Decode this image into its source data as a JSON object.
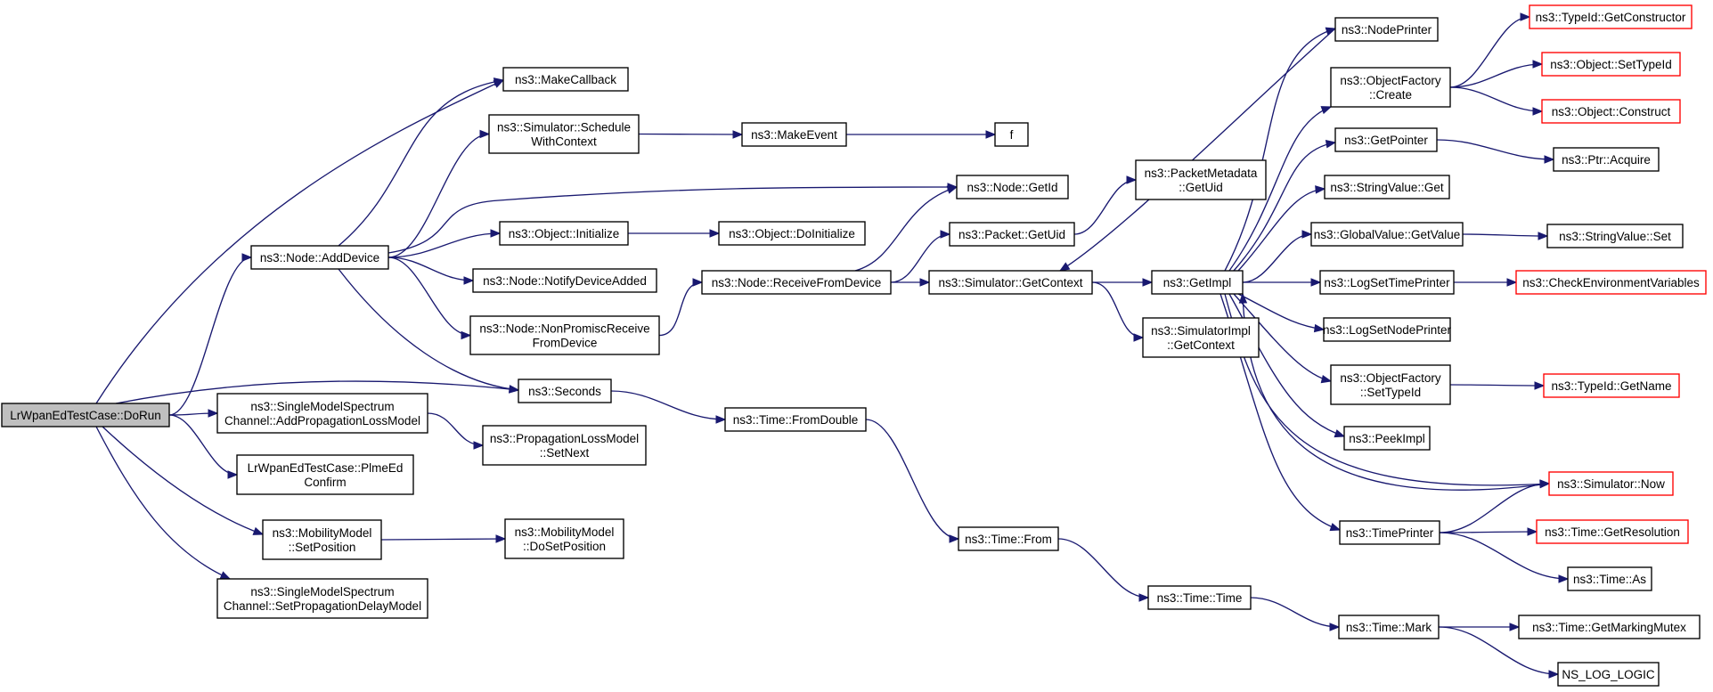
{
  "graph": {
    "colors": {
      "edge": "#191970",
      "node_border": "#000000",
      "root_fill": "#bfbfbf",
      "undocumented_border": "#ff0000"
    },
    "nodes": [
      {
        "id": "root",
        "lines": [
          "LrWpanEdTestCase::DoRun"
        ],
        "style": "root"
      },
      {
        "id": "addDevice",
        "lines": [
          "ns3::Node::AddDevice"
        ],
        "style": "normal"
      },
      {
        "id": "makeCallback",
        "lines": [
          "ns3::MakeCallback"
        ],
        "style": "normal"
      },
      {
        "id": "scheduleWithContext",
        "lines": [
          "ns3::Simulator::Schedule",
          "WithContext"
        ],
        "style": "normal"
      },
      {
        "id": "makeEvent",
        "lines": [
          "ns3::MakeEvent"
        ],
        "style": "normal"
      },
      {
        "id": "f",
        "lines": [
          "f"
        ],
        "style": "normal"
      },
      {
        "id": "nodeGetId",
        "lines": [
          "ns3::Node::GetId"
        ],
        "style": "normal"
      },
      {
        "id": "objInitialize",
        "lines": [
          "ns3::Object::Initialize"
        ],
        "style": "normal"
      },
      {
        "id": "objDoInitialize",
        "lines": [
          "ns3::Object::DoInitialize"
        ],
        "style": "normal"
      },
      {
        "id": "notifyDeviceAdded",
        "lines": [
          "ns3::Node::NotifyDeviceAdded"
        ],
        "style": "normal"
      },
      {
        "id": "nonPromisc",
        "lines": [
          "ns3::Node::NonPromiscReceive",
          "FromDevice"
        ],
        "style": "normal"
      },
      {
        "id": "receiveFromDevice",
        "lines": [
          "ns3::Node::ReceiveFromDevice"
        ],
        "style": "normal"
      },
      {
        "id": "packetGetUid",
        "lines": [
          "ns3::Packet::GetUid"
        ],
        "style": "normal"
      },
      {
        "id": "packetMetadataGetUid",
        "lines": [
          "ns3::PacketMetadata",
          "::GetUid"
        ],
        "style": "normal"
      },
      {
        "id": "simGetContext",
        "lines": [
          "ns3::Simulator::GetContext"
        ],
        "style": "normal"
      },
      {
        "id": "getImpl",
        "lines": [
          "ns3::GetImpl"
        ],
        "style": "normal"
      },
      {
        "id": "simImplGetContext",
        "lines": [
          "ns3::SimulatorImpl",
          "::GetContext"
        ],
        "style": "normal"
      },
      {
        "id": "seconds",
        "lines": [
          "ns3::Seconds"
        ],
        "style": "normal"
      },
      {
        "id": "timeFromDouble",
        "lines": [
          "ns3::Time::FromDouble"
        ],
        "style": "normal"
      },
      {
        "id": "timeFrom",
        "lines": [
          "ns3::Time::From"
        ],
        "style": "normal"
      },
      {
        "id": "timeTime",
        "lines": [
          "ns3::Time::Time"
        ],
        "style": "normal"
      },
      {
        "id": "timeMark",
        "lines": [
          "ns3::Time::Mark"
        ],
        "style": "normal"
      },
      {
        "id": "getMarkingMutex",
        "lines": [
          "ns3::Time::GetMarkingMutex"
        ],
        "style": "normal"
      },
      {
        "id": "nsLogLogic",
        "lines": [
          "NS_LOG_LOGIC"
        ],
        "style": "normal"
      },
      {
        "id": "addPropLoss",
        "lines": [
          "ns3::SingleModelSpectrum",
          "Channel::AddPropagationLossModel"
        ],
        "style": "normal"
      },
      {
        "id": "propSetNext",
        "lines": [
          "ns3::PropagationLossModel",
          "::SetNext"
        ],
        "style": "normal"
      },
      {
        "id": "plmeEdConfirm",
        "lines": [
          "LrWpanEdTestCase::PlmeEd",
          "Confirm"
        ],
        "style": "normal"
      },
      {
        "id": "mobSetPosition",
        "lines": [
          "ns3::MobilityModel",
          "::SetPosition"
        ],
        "style": "normal"
      },
      {
        "id": "mobDoSetPosition",
        "lines": [
          "ns3::MobilityModel",
          "::DoSetPosition"
        ],
        "style": "normal"
      },
      {
        "id": "setPropDelay",
        "lines": [
          "ns3::SingleModelSpectrum",
          "Channel::SetPropagationDelayModel"
        ],
        "style": "normal"
      },
      {
        "id": "nodePrinter",
        "lines": [
          "ns3::NodePrinter"
        ],
        "style": "normal"
      },
      {
        "id": "objFactoryCreate",
        "lines": [
          "ns3::ObjectFactory",
          "::Create"
        ],
        "style": "normal"
      },
      {
        "id": "getPointer",
        "lines": [
          "ns3::GetPointer"
        ],
        "style": "normal"
      },
      {
        "id": "stringValueGet",
        "lines": [
          "ns3::StringValue::Get"
        ],
        "style": "normal"
      },
      {
        "id": "globalValueGetValue",
        "lines": [
          "ns3::GlobalValue::GetValue"
        ],
        "style": "normal"
      },
      {
        "id": "logSetTimePrinter",
        "lines": [
          "ns3::LogSetTimePrinter"
        ],
        "style": "normal"
      },
      {
        "id": "logSetNodePrinter",
        "lines": [
          "ns3::LogSetNodePrinter"
        ],
        "style": "normal"
      },
      {
        "id": "objFactorySetTypeId",
        "lines": [
          "ns3::ObjectFactory",
          "::SetTypeId"
        ],
        "style": "normal"
      },
      {
        "id": "peekImpl",
        "lines": [
          "ns3::PeekImpl"
        ],
        "style": "normal"
      },
      {
        "id": "timePrinter",
        "lines": [
          "ns3::TimePrinter"
        ],
        "style": "normal"
      },
      {
        "id": "typeIdGetConstructor",
        "lines": [
          "ns3::TypeId::GetConstructor"
        ],
        "style": "undocumented"
      },
      {
        "id": "objSetTypeId",
        "lines": [
          "ns3::Object::SetTypeId"
        ],
        "style": "undocumented"
      },
      {
        "id": "objConstruct",
        "lines": [
          "ns3::Object::Construct"
        ],
        "style": "undocumented"
      },
      {
        "id": "ptrAcquire",
        "lines": [
          "ns3::Ptr::Acquire"
        ],
        "style": "normal"
      },
      {
        "id": "stringValueSet",
        "lines": [
          "ns3::StringValue::Set"
        ],
        "style": "normal"
      },
      {
        "id": "checkEnvVars",
        "lines": [
          "ns3::CheckEnvironmentVariables"
        ],
        "style": "undocumented"
      },
      {
        "id": "typeIdGetName",
        "lines": [
          "ns3::TypeId::GetName"
        ],
        "style": "undocumented"
      },
      {
        "id": "simulatorNow",
        "lines": [
          "ns3::Simulator::Now"
        ],
        "style": "undocumented"
      },
      {
        "id": "timeGetResolution",
        "lines": [
          "ns3::Time::GetResolution"
        ],
        "style": "undocumented"
      },
      {
        "id": "timeAs",
        "lines": [
          "ns3::Time::As"
        ],
        "style": "normal"
      }
    ],
    "edges": [
      [
        "root",
        "makeCallback"
      ],
      [
        "root",
        "addDevice"
      ],
      [
        "root",
        "seconds"
      ],
      [
        "root",
        "addPropLoss"
      ],
      [
        "root",
        "plmeEdConfirm"
      ],
      [
        "root",
        "mobSetPosition"
      ],
      [
        "root",
        "setPropDelay"
      ],
      [
        "addDevice",
        "makeCallback"
      ],
      [
        "addDevice",
        "scheduleWithContext"
      ],
      [
        "addDevice",
        "nodeGetId"
      ],
      [
        "addDevice",
        "objInitialize"
      ],
      [
        "addDevice",
        "notifyDeviceAdded"
      ],
      [
        "addDevice",
        "nonPromisc"
      ],
      [
        "addDevice",
        "seconds"
      ],
      [
        "scheduleWithContext",
        "makeEvent"
      ],
      [
        "makeEvent",
        "f"
      ],
      [
        "objInitialize",
        "objDoInitialize"
      ],
      [
        "nonPromisc",
        "receiveFromDevice"
      ],
      [
        "receiveFromDevice",
        "nodeGetId"
      ],
      [
        "receiveFromDevice",
        "packetGetUid"
      ],
      [
        "receiveFromDevice",
        "simGetContext"
      ],
      [
        "packetGetUid",
        "packetMetadataGetUid"
      ],
      [
        "simGetContext",
        "getImpl"
      ],
      [
        "simGetContext",
        "simImplGetContext"
      ],
      [
        "seconds",
        "timeFromDouble"
      ],
      [
        "timeFromDouble",
        "timeFrom"
      ],
      [
        "timeFrom",
        "timeTime"
      ],
      [
        "timeTime",
        "timeMark"
      ],
      [
        "timeMark",
        "getMarkingMutex"
      ],
      [
        "timeMark",
        "nsLogLogic"
      ],
      [
        "addPropLoss",
        "propSetNext"
      ],
      [
        "mobSetPosition",
        "mobDoSetPosition"
      ],
      [
        "getImpl",
        "nodePrinter"
      ],
      [
        "getImpl",
        "objFactoryCreate"
      ],
      [
        "getImpl",
        "getPointer"
      ],
      [
        "getImpl",
        "stringValueGet"
      ],
      [
        "getImpl",
        "globalValueGetValue"
      ],
      [
        "getImpl",
        "logSetTimePrinter"
      ],
      [
        "getImpl",
        "logSetNodePrinter"
      ],
      [
        "getImpl",
        "objFactorySetTypeId"
      ],
      [
        "getImpl",
        "peekImpl"
      ],
      [
        "getImpl",
        "timePrinter"
      ],
      [
        "getImpl",
        "simulatorNow"
      ],
      [
        "nodePrinter",
        "simGetContext"
      ],
      [
        "simulatorNow",
        "getImpl"
      ],
      [
        "objFactoryCreate",
        "typeIdGetConstructor"
      ],
      [
        "objFactoryCreate",
        "objSetTypeId"
      ],
      [
        "objFactoryCreate",
        "objConstruct"
      ],
      [
        "getPointer",
        "ptrAcquire"
      ],
      [
        "globalValueGetValue",
        "stringValueSet"
      ],
      [
        "logSetTimePrinter",
        "checkEnvVars"
      ],
      [
        "objFactorySetTypeId",
        "typeIdGetName"
      ],
      [
        "timePrinter",
        "simulatorNow"
      ],
      [
        "timePrinter",
        "timeGetResolution"
      ],
      [
        "timePrinter",
        "timeAs"
      ]
    ]
  }
}
